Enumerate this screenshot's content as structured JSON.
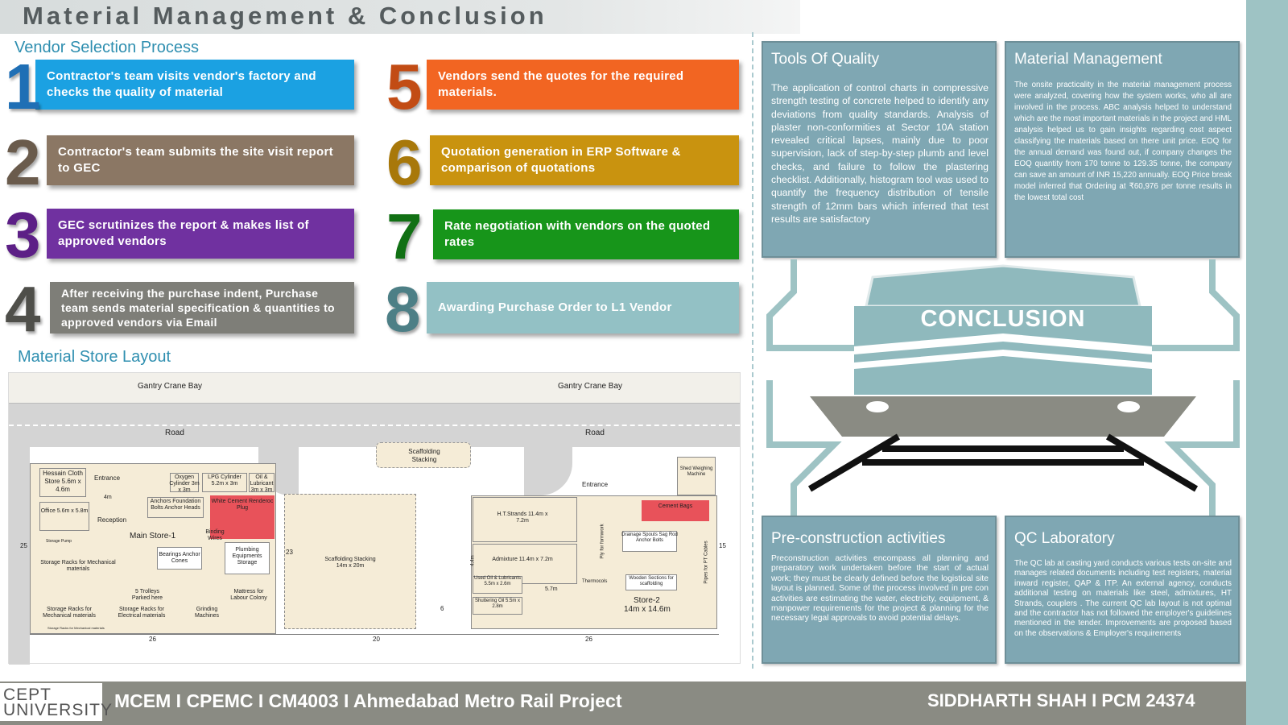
{
  "header": {
    "title": "Material Management & Conclusion"
  },
  "vendor_selection": {
    "heading": "Vendor Selection Process",
    "steps": [
      {
        "num": "1",
        "text": "Contractor's team visits vendor's factory and checks the quality of material",
        "color": "#1ba1e2"
      },
      {
        "num": "2",
        "text": "Contractor's team submits the site visit report to GEC",
        "color": "#8b7764"
      },
      {
        "num": "3",
        "text": "GEC scrutinizes the report & makes list of approved vendors",
        "color": "#7031a0"
      },
      {
        "num": "4",
        "text": "After receiving the purchase indent, Purchase team sends material specification & quantities to approved vendors via Email",
        "color": "#7e7e78"
      },
      {
        "num": "5",
        "text": "Vendors send the quotes for the required materials.",
        "color": "#f26522"
      },
      {
        "num": "6",
        "text": "Quotation generation in ERP Software & comparison of quotations",
        "color": "#c9930f"
      },
      {
        "num": "7",
        "text": "Rate negotiation with vendors on the quoted rates",
        "color": "#17951a"
      },
      {
        "num": "8",
        "text": "Awarding Purchase Order to L1 Vendor",
        "color": "#93c1c5"
      }
    ]
  },
  "store_layout": {
    "heading": "Material Store Layout",
    "labels": {
      "gantry_left": "Gantry Crane Bay",
      "gantry_right": "Gantry Crane Bay",
      "road_left": "Road",
      "road_right": "Road",
      "scaffolding_top": "Scaffolding Stacking",
      "hessain": "Hessain Cloth Store 5.6m x 4.6m",
      "entrance_left": "Entrance",
      "oxygen": "Oxygen Cylinder 3m x 3m",
      "lpg": "LPG Cylinder 5.2m x 3m",
      "oil": "Oil & Lubricant 3m x 3m",
      "dim_4m": "4m",
      "anchors": "Anchors Foundation Bolts Anchor Heads",
      "white_cement": "White Cement Renderoc Plug",
      "office": "Office 5.6m x 5.8m",
      "reception": "Reception",
      "main_store": "Main Store-1",
      "binding": "Binding Wires",
      "storage_pump": "Storage Pump",
      "bearings": "Bearings Anchor Cones",
      "plumbing": "Plumbing Equipments Storage",
      "racks_mech": "Storage Racks for Mechanical materials",
      "trolleys": "5 Trolleys Parked here",
      "mattress": "Mattress for Labour Colony",
      "racks_mech2": "Storage Racks for Mechanical materials",
      "racks_elec": "Storage Racks for Electrical materials",
      "grinding": "Grinding Machines",
      "storage_for": "Storage Racks for Mechanical materials",
      "dim_25": "25",
      "dim_23": "23",
      "scaffolding_mid": "Scaffolding Stacking 14m x 20m",
      "dim_6": "6",
      "ht_strands": "H.T.Strands 11.4m x 7.2m",
      "entrance_right": "Entrance",
      "shed": "Shed Weighing Machine",
      "cement_bags": "Cement Bags",
      "ply": "Ply for formwork",
      "drainage": "Drainage Spouts Sag Rod Anchor Bolts",
      "admixture": "Admixture 11.4m x 7.2m",
      "dim_44": "4.4m",
      "used_oil": "Used Oil & Lubricants 5.5m x 2.6m",
      "dim_57": "5.7m",
      "thermocols": "Thermocols",
      "wooden": "Wooden Sections for scaffolding",
      "pipes": "Pipes for PT Cables",
      "shuttering": "Shuttering Oil 5.5m x 2.8m",
      "store2_name": "Store-2",
      "store2_dim": "14m x 14.6m",
      "dim_15": "15",
      "dim_26a": "26",
      "dim_20": "20",
      "dim_26b": "26"
    }
  },
  "tools_of_quality": {
    "title": "Tools Of Quality",
    "body": "The application of control charts in compressive strength testing of concrete helped to identify any deviations from quality standards. Analysis of plaster non-conformities at Sector 10A station revealed critical lapses, mainly due to poor supervision, lack of step-by-step plumb and level checks, and failure to follow the plastering checklist. Additionally, histogram tool was used to quantify the frequency distribution of tensile strength of 12mm bars which inferred that test results are satisfactory"
  },
  "material_management": {
    "title": "Material Management",
    "body": "The onsite practicality in the material management process were analyzed, covering how the system works, who all are involved in the process. ABC analysis helped to understand which are the most important materials in the project and HML analysis helped us to gain insights regarding cost aspect classifying the materials based on there unit price. EOQ for the annual demand was found out, if company changes the EOQ quantity from 170 tonne to 129.35 tonne, the company can save an amount of INR 15,220 annually. EOQ Price break model inferred that Ordering at ₹60,976 per tonne results in the lowest total cost"
  },
  "conclusion": {
    "label": "CONCLUSION"
  },
  "pre_construction": {
    "title": "Pre-construction activities",
    "body": "Preconstruction activities encompass all planning and preparatory work undertaken before the start of actual work; they must be clearly defined before the logistical site layout is planned. Some of the process involved in pre con activities are estimating the water, electricity, equipment, & manpower requirements for the project & planning for the necessary legal approvals to avoid potential delays."
  },
  "qc_lab": {
    "title": "QC Laboratory",
    "body": "The QC lab at casting yard conducts various tests on-site and manages related documents including test registers, material inward register, QAP & ITP. An external agency, conducts additional testing on materials like steel, admixtures, HT Strands, couplers . The current QC lab layout is not optimal and the contractor has not followed the employer's guidelines mentioned in the tender. Improvements are proposed based on the observations & Employer's requirements"
  },
  "footer": {
    "logo_line1": "CEPT",
    "logo_line2": "UNIVERSITY",
    "left": "MCEM I CPEMC I CM4003 I Ahmedabad Metro Rail Project",
    "right": "SIDDHARTH SHAH I PCM 24374"
  },
  "colors": {
    "accent": "#2f8fb0",
    "box": "#7fa7b3",
    "footer": "#8a8b83",
    "side_band": "#9ec3c4",
    "train": "#8fb9bd",
    "red_zone": "#e8525a"
  },
  "icons": [
    "train-front-icon",
    "step-number-icons"
  ]
}
